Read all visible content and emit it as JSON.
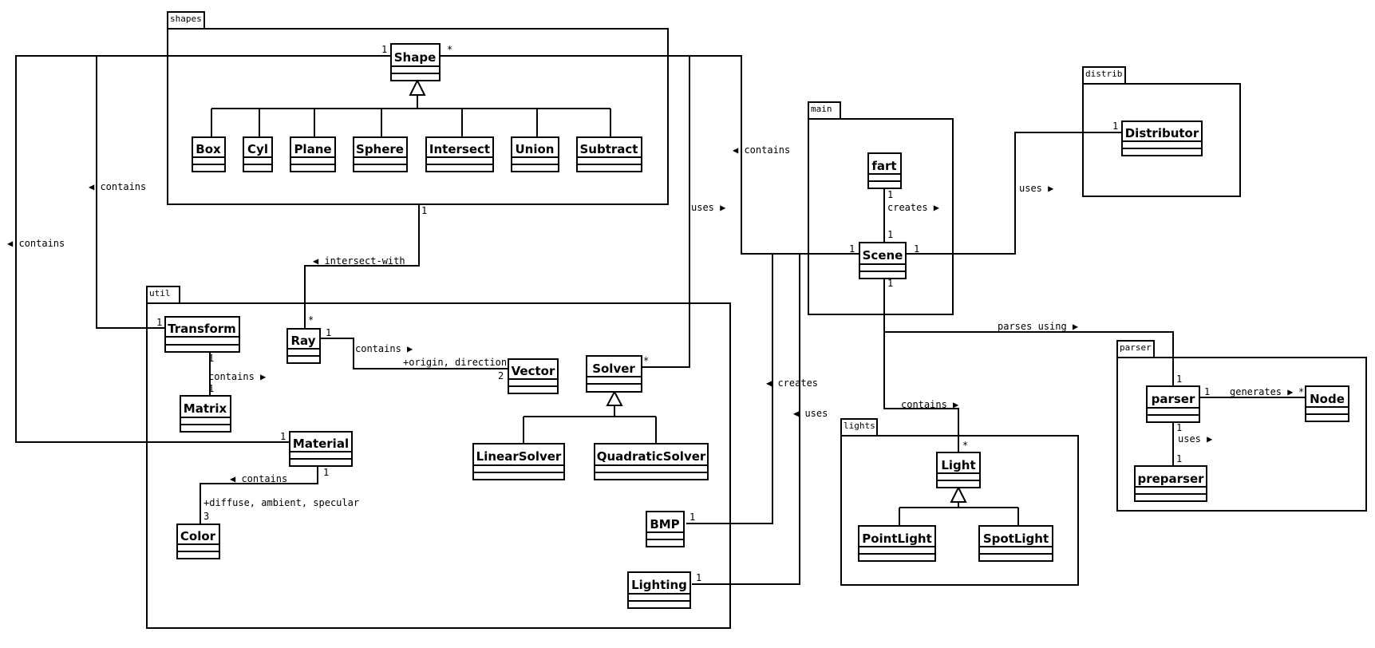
{
  "packages": {
    "shapes": "shapes",
    "util": "util",
    "main": "main",
    "distrib": "distrib",
    "lights": "lights",
    "parser": "parser"
  },
  "classes": {
    "shape": "Shape",
    "box": "Box",
    "cyl": "Cyl",
    "plane": "Plane",
    "sphere": "Sphere",
    "intersect": "Intersect",
    "union": "Union",
    "subtract": "Subtract",
    "transform": "Transform",
    "ray": "Ray",
    "vector": "Vector",
    "solver": "Solver",
    "matrix": "Matrix",
    "material": "Material",
    "linear_solver": "LinearSolver",
    "quadratic_solver": "QuadraticSolver",
    "color": "Color",
    "bmp": "BMP",
    "lighting": "Lighting",
    "fart": "fart",
    "scene": "Scene",
    "distributor": "Distributor",
    "light": "Light",
    "point_light": "PointLight",
    "spot_light": "SpotLight",
    "parser": "parser",
    "node": "Node",
    "preparser": "preparser"
  },
  "labels": {
    "contains_transform": "◀ contains",
    "contains_material": "◀ contains",
    "contains_scene_shape": "◀ contains",
    "intersect_with": "◀ intersect-with",
    "uses_solver": "uses ▶",
    "ray_contains": "contains ▶",
    "ray_roles": "+origin, direction",
    "transform_contains": "contains ▶",
    "material_contains": "◀ contains",
    "material_roles": "+diffuse, ambient, specular",
    "creates_bmp": "◀ creates",
    "uses_lighting": "◀ uses",
    "fart_creates": "creates ▶",
    "scene_uses": "uses ▶",
    "parses_using": "parses using ▶",
    "scene_contains_light": "contains ▶",
    "generates": "generates ▶",
    "parser_uses": "uses ▶"
  },
  "multiplicities": {
    "shape_left": "1",
    "shape_right": "*",
    "shapes_bottom": "1",
    "ray_top": "*",
    "ray_right": "1",
    "vector_left": "2",
    "transform_left": "1",
    "transform_bottom": "1",
    "matrix_top": "1",
    "solver_right": "*",
    "material_left": "1",
    "material_bottom": "1",
    "color_top": "3",
    "bmp_right": "1",
    "lighting_right": "1",
    "fart_bottom": "1",
    "scene_top": "1",
    "scene_left": "1",
    "scene_right": "1",
    "scene_bottom": "1",
    "distributor_left": "1",
    "parser_top": "1",
    "parser_right": "1",
    "parser_bottom": "1",
    "node_left": "*",
    "preparser_top": "1",
    "light_top": "*"
  }
}
